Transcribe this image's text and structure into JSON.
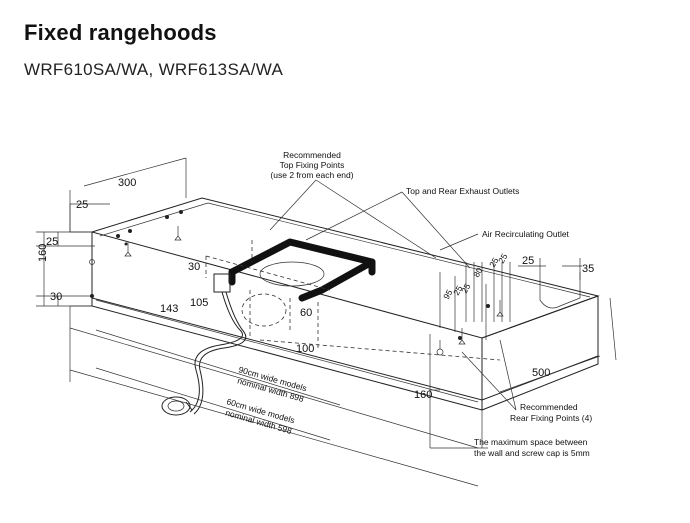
{
  "title": "Fixed rangehoods",
  "subtitle": "WRF610SA/WA, WRF613SA/WA",
  "callouts": {
    "top_fixing_1": "Recommended",
    "top_fixing_2": "Top Fixing Points",
    "top_fixing_3": "(use 2 from each end)",
    "exhaust": "Top and Rear Exhaust Outlets",
    "recirc": "Air Recirculating Outlet",
    "rear_fixing_1": "Recommended",
    "rear_fixing_2": "Rear Fixing Points (4)",
    "gap_1": "The maximum space between",
    "gap_2": "the wall and screw cap is 5mm",
    "w90_1": "90cm wide models",
    "w90_2": "nominal width 898",
    "w60_1": "60cm wide models",
    "w60_2": "nominal width 598"
  },
  "dimensions": {
    "d300": "300",
    "d25_top": "25",
    "d25_left": "25",
    "d160_left": "160",
    "d30_left": "30",
    "d30_mid": "30",
    "d143": "143",
    "d105": "105",
    "d60": "60",
    "d100": "100",
    "d95": "95",
    "d25a": "25",
    "d25b": "25",
    "d80": "80",
    "d25c": "25",
    "d25d": "25",
    "d25_right": "25",
    "d35": "35",
    "d500": "500",
    "d160_right": "160"
  }
}
